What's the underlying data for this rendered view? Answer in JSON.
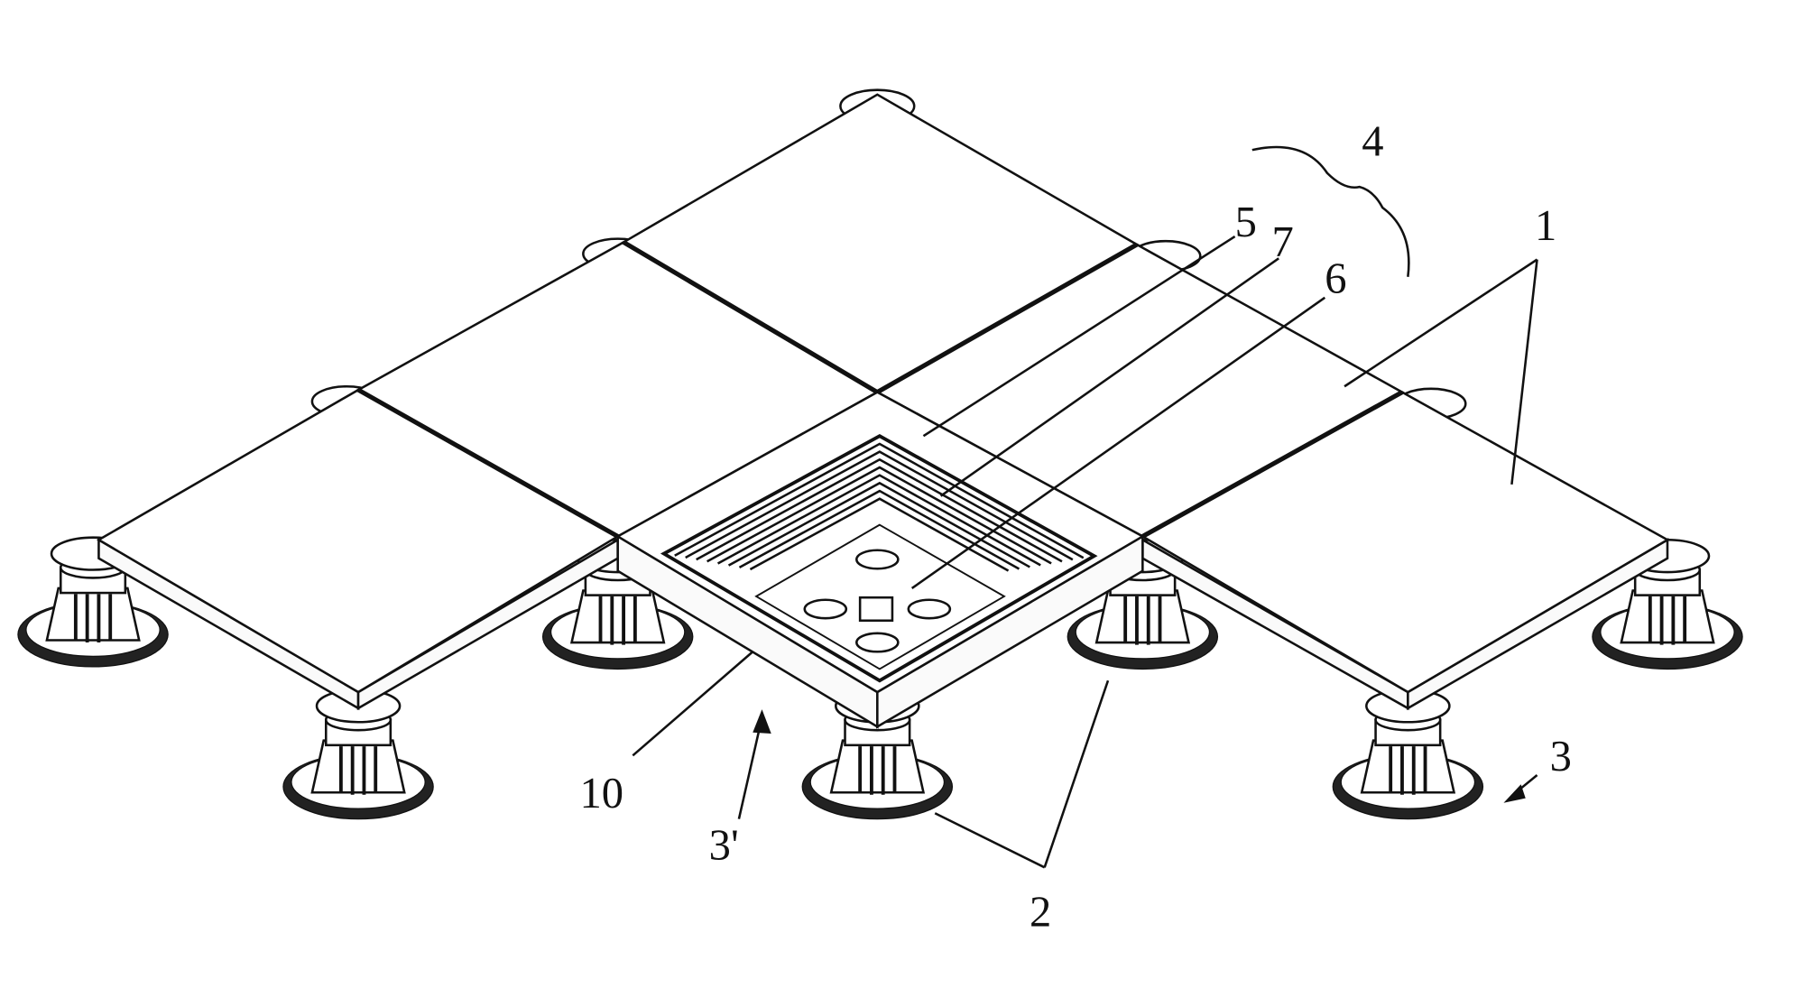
{
  "figure": {
    "labels": {
      "tiles": "1",
      "pedestal_base": "2",
      "pedestal": "3",
      "pedestal_prime": "3'",
      "assembly": "4",
      "part5": "5",
      "part6": "6",
      "part7": "7",
      "part10": "10"
    }
  }
}
